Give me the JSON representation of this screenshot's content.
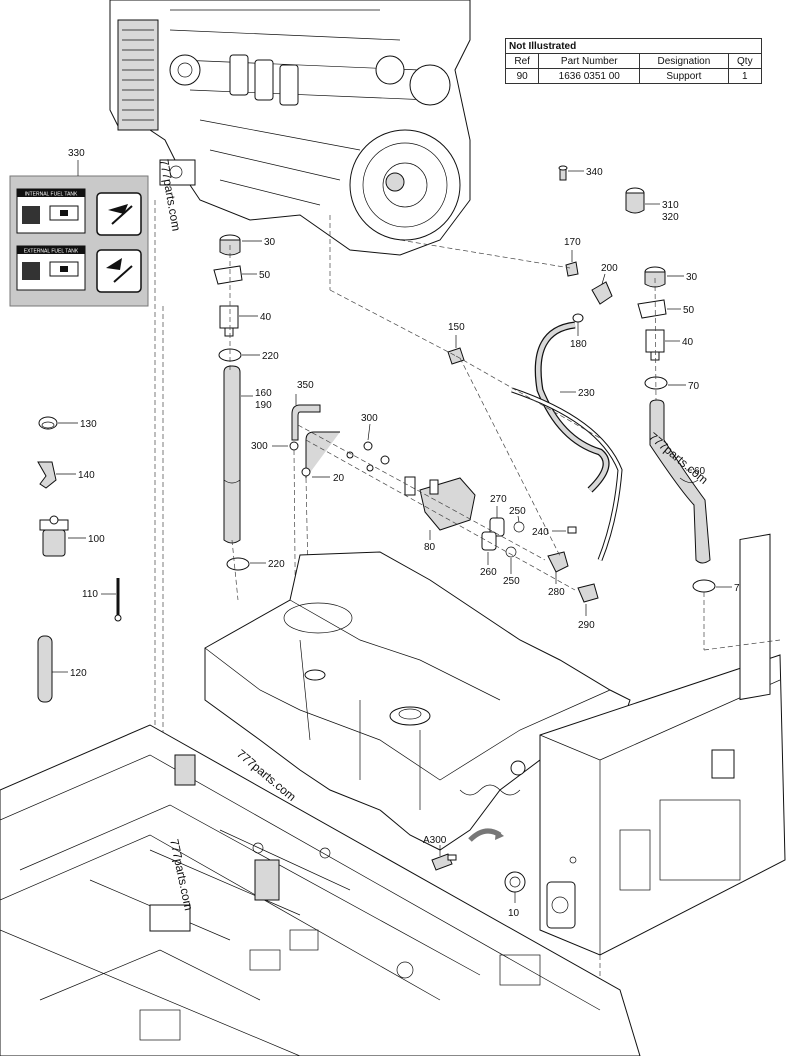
{
  "table": {
    "title": "Not Illustrated",
    "headers": {
      "ref": "Ref",
      "part_number": "Part Number",
      "designation": "Designation",
      "qty": "Qty"
    },
    "rows": [
      {
        "ref": "90",
        "part_number": "1636 0351 00",
        "designation": "Support",
        "qty": "1"
      }
    ]
  },
  "decal": {
    "internal_title": "INTERNAL FUEL TANK",
    "external_title": "EXTERNAL FUEL TANK"
  },
  "callouts": {
    "c10": "10",
    "c20": "20",
    "c30a": "30",
    "c30b": "30",
    "c40a": "40",
    "c40b": "40",
    "c50a": "50",
    "c50b": "50",
    "c70a": "70",
    "c70b": "70",
    "c80": "80",
    "c100": "100",
    "c110": "110",
    "c120": "120",
    "c130": "130",
    "c140": "140",
    "c150": "150",
    "c160": "160",
    "c170": "170",
    "c180": "180",
    "c190": "190",
    "c200": "200",
    "c220a": "220",
    "c220b": "220",
    "c230": "230",
    "c240": "240",
    "c250a": "250",
    "c250b": "250",
    "c260": "260",
    "c270": "270",
    "c280": "280",
    "c290": "290",
    "c300a": "300",
    "c300b": "300",
    "c310": "310",
    "c320": "320",
    "c330": "330",
    "c340": "340",
    "c350": "350",
    "cA300": "A300",
    "c60": "60"
  },
  "watermarks": [
    "777parts.com",
    "777parts.com",
    "777parts.com",
    "777parts.com"
  ]
}
